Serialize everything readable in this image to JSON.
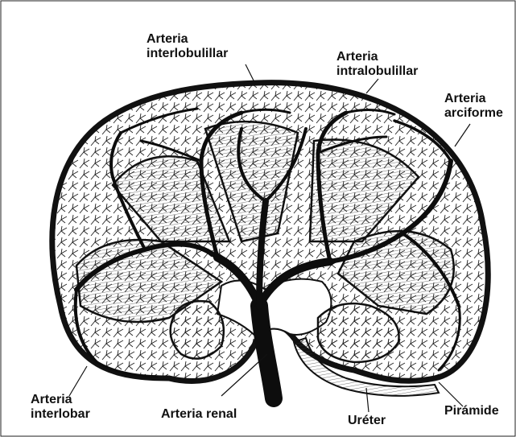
{
  "figure": {
    "ink_color": "#111111",
    "paper_color": "#ffffff",
    "labels": {
      "interlobulillar": [
        "Arteria",
        "interlobulillar"
      ],
      "intralobulillar": [
        "Arteria",
        "intralobulillar"
      ],
      "arciforme": [
        "Arteria",
        "arciforme"
      ],
      "interlobar": [
        "Arteria",
        "interlobar"
      ],
      "renal": "Arteria renal",
      "ureter": "Uréter",
      "piramide": "Pirámide"
    }
  }
}
